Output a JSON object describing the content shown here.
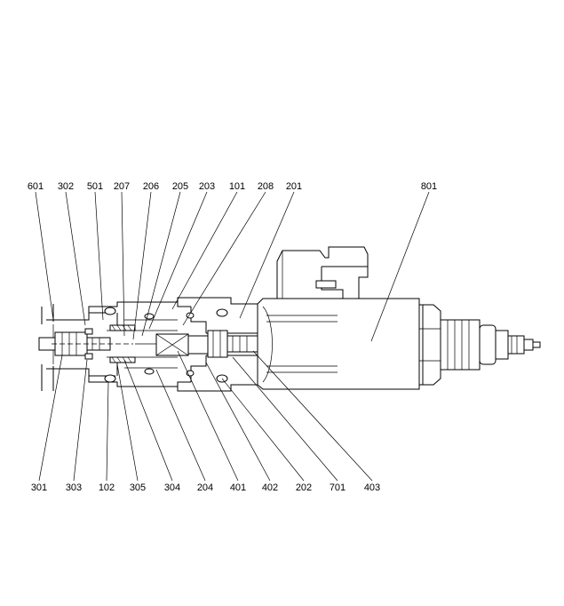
{
  "diagram": {
    "top_labels": [
      "601",
      "302",
      "501",
      "207",
      "206",
      "205",
      "203",
      "101",
      "208",
      "201",
      "801"
    ],
    "bottom_labels": [
      "301",
      "303",
      "102",
      "305",
      "304",
      "204",
      "401",
      "402",
      "202",
      "701",
      "403"
    ]
  }
}
